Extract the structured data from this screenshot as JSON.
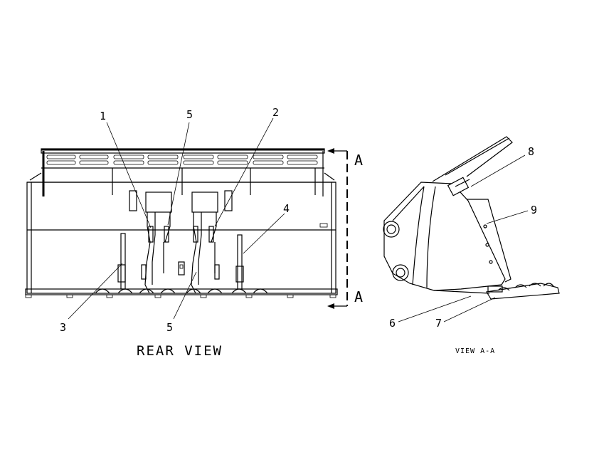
{
  "views": {
    "rear": {
      "caption": "REAR VIEW"
    },
    "section": {
      "caption": "VIEW A-A"
    }
  },
  "section_marker": {
    "top_letter": "A",
    "bottom_letter": "A"
  },
  "callouts": {
    "c1": "1",
    "c2": "2",
    "c3": "3",
    "c4": "4",
    "c5_top": "5",
    "c5_bottom": "5",
    "c6": "6",
    "c7": "7",
    "c8": "8",
    "c9": "9"
  }
}
